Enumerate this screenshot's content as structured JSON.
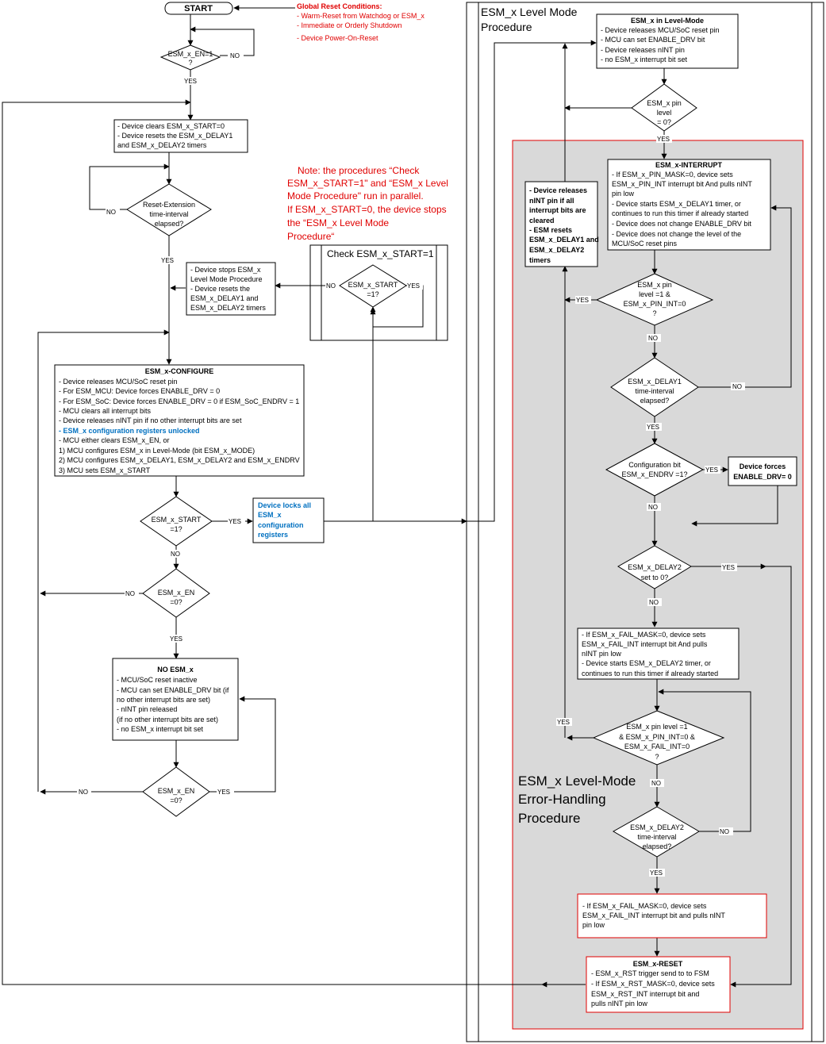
{
  "start": "START",
  "global_reset": {
    "title": "Global Reset Conditions:",
    "items": [
      "- Warm-Reset from Watchdog or ESM_x",
      "- Immediate or Orderly Shutdown",
      "- Device Power-On-Reset"
    ]
  },
  "labels": {
    "yes": "YES",
    "no": "NO"
  },
  "left": {
    "esm_en_1": [
      "ESM_x_EN=1",
      "?"
    ],
    "clears": [
      "- Device clears ESM_x_START=0",
      "- Device resets the ESM_x_DELAY1",
      "and ESM_x_DELAY2 timers"
    ],
    "reset_ext": [
      "Reset-Extension",
      "time-interval",
      "elapsed?"
    ],
    "stops": [
      "- Device stops ESM_x",
      "Level Mode Procedure",
      "- Device resets the",
      "ESM_x_DELAY1 and",
      "ESM_x_DELAY2 timers"
    ],
    "configure_title": "ESM_x-CONFIGURE",
    "configure": [
      "- Device releases MCU/SoC reset pin",
      "- For ESM_MCU: Device forces ENABLE_DRV = 0",
      "- For ESM_SoC: Device forces ENABLE_DRV = 0 if ESM_SoC_ENDRV = 1",
      "- MCU clears all interrupt bits",
      "- Device releases nINT pin if no other interrupt bits are set"
    ],
    "configure_blue": "-  ESM_x configuration registers unlocked",
    "configure2": [
      "- MCU either clears  ESM_x_EN, or",
      "1) MCU configures ESM_x in Level-Mode (bit ESM_x_MODE)",
      "2) MCU configures ESM_x_DELAY1, ESM_x_DELAY2 and ESM_x_ENDRV",
      "3) MCU sets ESM_x_START"
    ],
    "start_q": [
      "ESM_x_START",
      "=1?"
    ],
    "locks": [
      "Device locks all",
      "ESM_x",
      "configuration",
      "registers"
    ],
    "en0_a": [
      "ESM_x_EN",
      "=0?"
    ],
    "no_esm_title": "NO ESM_x",
    "no_esm": [
      "- MCU/SoC reset inactive",
      "- MCU can set ENABLE_DRV bit (if",
      "no other interrupt bits are set)",
      "- nINT pin released",
      "(if no other interrupt bits are set)",
      "- no ESM_x interrupt bit set"
    ],
    "en0_b": [
      "ESM_x_EN",
      "=0?"
    ]
  },
  "note": [
    "Note: the procedures “Check",
    "ESM_x_START=1\" and “ESM_x Level",
    "Mode Procedure\" run in parallel.",
    "If ESM_x_START=0, the device stops",
    "the  “ESM_x Level Mode",
    "Procedure“"
  ],
  "check": {
    "title": "Check ESM_x_START=1",
    "diamond": [
      "ESM_x_START",
      "=1?"
    ]
  },
  "right": {
    "proc_title": [
      "ESM_x Level Mode",
      "Procedure"
    ],
    "level_mode_title": "ESM_x in Level-Mode",
    "level_mode": [
      "- Device releases MCU/SoC reset pin",
      "- MCU can set ENABLE_DRV bit",
      "- Device releases nINT pin",
      "- no ESM_x interrupt bit set"
    ],
    "pin_level0": [
      "ESM_x pin",
      "level",
      "= 0?"
    ],
    "releases": [
      "- Device releases",
      "nINT pin if all",
      "interrupt bits are",
      "cleared",
      "- ESM resets",
      "ESM_x_DELAY1 and",
      "ESM_x_DELAY2",
      "timers"
    ],
    "interrupt_title": "ESM_x-INTERRUPT",
    "interrupt": [
      "- If ESM_x_PIN_MASK=0, device sets",
      "ESM_x_PIN_INT interrupt bit  And pulls nINT",
      "pin low",
      "- Device starts ESM_x_DELAY1 timer, or",
      "continues to run this timer if already started",
      "- Device does not change ENABLE_DRV bit",
      "- Device does not change the level of the",
      "MCU/SoC reset pins"
    ],
    "pin_level1": [
      "ESM_x pin",
      "level =1 &",
      "ESM_x_PIN_INT=0",
      "?"
    ],
    "delay1": [
      "ESM_x_DELAY1",
      "time-interval",
      "elapsed?"
    ],
    "config_endrv": [
      "Configuration bit",
      "ESM_x_ENDRV =1?"
    ],
    "forces": [
      "Device forces",
      "ENABLE_DRV= 0"
    ],
    "delay2_zero": [
      "ESM_x_DELAY2",
      "set to 0?"
    ],
    "fail_mask": [
      "- If ESM_x_FAIL_MASK=0, device sets",
      "ESM_x_FAIL_INT   interrupt bit And pulls",
      "nINT pin low",
      "- Device starts ESM_x_DELAY2 timer, or",
      "continues to run this timer if already started"
    ],
    "pin_level_full": [
      "ESM_x pin level =1",
      "& ESM_x_PIN_INT=0 &",
      "ESM_x_FAIL_INT=0",
      "?"
    ],
    "error_title": [
      "ESM_x Level-Mode",
      "Error-Handling",
      "Procedure"
    ],
    "delay2_elapsed": [
      "ESM_x_DELAY2",
      "time-interval",
      "elapsed?"
    ],
    "fail_mask2": [
      "-  If ESM_x_FAIL_MASK=0, device sets",
      "ESM_x_FAIL_INT   interrupt bit and pulls nINT",
      "pin low"
    ],
    "reset_title": "ESM_x-RESET",
    "reset": [
      "- ESM_x_RST trigger send to to FSM",
      "- If ESM_x_RST_MASK=0, device sets",
      "ESM_x_RST_INT interrupt bit and",
      "pulls nINT pin low"
    ]
  },
  "colors": {
    "red": "#e00000",
    "blue": "#0070c0",
    "gray": "#d9d9d9"
  }
}
